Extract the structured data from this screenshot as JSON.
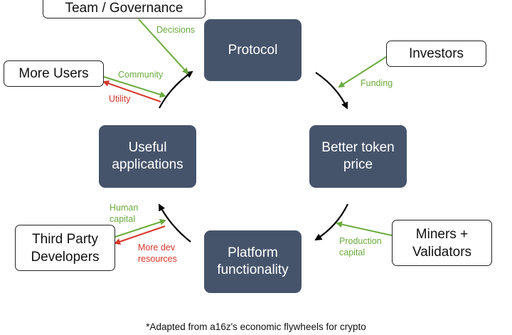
{
  "nodes": {
    "protocol": "Protocol",
    "better_token_price": "Better token price",
    "platform_functionality": "Platform functionality",
    "useful_applications": "Useful applications"
  },
  "actors": {
    "team_governance": "Team / Governance",
    "investors": "Investors",
    "more_users": "More Users",
    "third_party_developers": "Third Party Developers",
    "miners_validators": "Miners + Validators"
  },
  "labels": {
    "decisions": "Decisions",
    "funding": "Funding",
    "community": "Community",
    "utility": "Utility",
    "human_capital": "Human capital",
    "more_dev_resources": "More dev resources",
    "production_capital": "Production capital"
  },
  "footnote": "*Adapted from a16z's economic flywheels for crypto",
  "colors": {
    "node_fill": "#46546b",
    "input_arrow": "#6aab3e",
    "output_arrow": "#d7372b",
    "cycle_arrow": "#000000"
  }
}
